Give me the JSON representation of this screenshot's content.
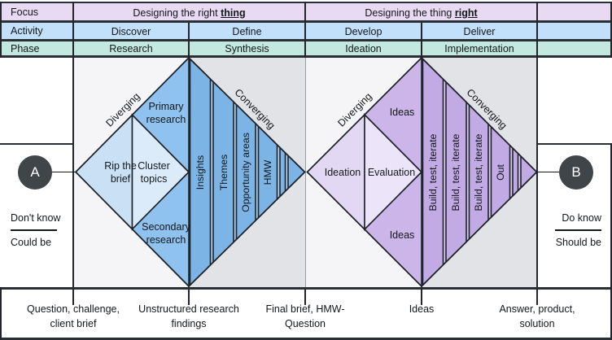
{
  "title": "Double Diamond design process diagram",
  "colors": {
    "focus_row_bg": "#e9daf4",
    "activity_row_bg": "#c3e0fa",
    "phase_row_bg": "#c2e8e0",
    "border_dark": "#22262c",
    "light_column_bg": "#f5f5f7",
    "gray_column_bg": "#e2e3e7",
    "blue_band": "#7db4e6",
    "blue_band_gap": "#a9cdec",
    "blue_research": "#8fc2ee",
    "blue_rip": "#c9e0f5",
    "blue_cluster": "#dcebfa",
    "purple_band": "#c2aae5",
    "purple_band_gap": "#d6c6f0",
    "purple_ideas": "#ccb6e9",
    "purple_ideation": "#e3d8f3",
    "purple_evaluation": "#ece4f8",
    "endpoint_circle": "#404549"
  },
  "header": {
    "row_labels": {
      "focus": "Focus",
      "activity": "Activity",
      "phase": "Phase"
    },
    "focus_spans": [
      {
        "prefix": "Designing the right ",
        "emphasis": "thing"
      },
      {
        "prefix": "Designing the thing ",
        "emphasis": "right"
      }
    ],
    "activities": [
      "Discover",
      "Define",
      "Develop",
      "Deliver"
    ],
    "phases": [
      "Research",
      "Synthesis",
      "Ideation",
      "Implementation"
    ]
  },
  "endpoints": {
    "a": {
      "letter": "A",
      "line1": "Don't know",
      "line2": "Could be"
    },
    "b": {
      "letter": "B",
      "line1": "Do know",
      "line2": "Should be"
    }
  },
  "left_diamond": {
    "diverging": "Diverging",
    "converging": "Converging",
    "rip": {
      "line1": "Rip the",
      "line2": "brief"
    },
    "cluster": {
      "line1": "Cluster",
      "line2": "topics"
    },
    "primary": {
      "line1": "Primary",
      "line2": "research"
    },
    "secondary": {
      "line1": "Secondary",
      "line2": "research"
    },
    "bands": [
      "Insights",
      "Themes",
      "Opportunity areas",
      "HMW"
    ]
  },
  "right_diamond": {
    "diverging": "Diverging",
    "converging": "Converging",
    "ideation": "Ideation",
    "evaluation": "Evaluation",
    "ideas_top": "Ideas",
    "ideas_bottom": "Ideas",
    "bands": [
      "Build, test, iterate",
      "Build, test, iterate",
      "Build, test, iterate",
      "Out"
    ]
  },
  "bottom_labels": [
    {
      "line1": "Question, challenge,",
      "line2": "client brief"
    },
    {
      "line1": "Unstructured research",
      "line2": "findings"
    },
    {
      "line1": "Final brief, HMW-",
      "line2": "Question"
    },
    {
      "line1": "Ideas",
      "line2": ""
    },
    {
      "line1": "Answer, product,",
      "line2": "solution"
    }
  ]
}
